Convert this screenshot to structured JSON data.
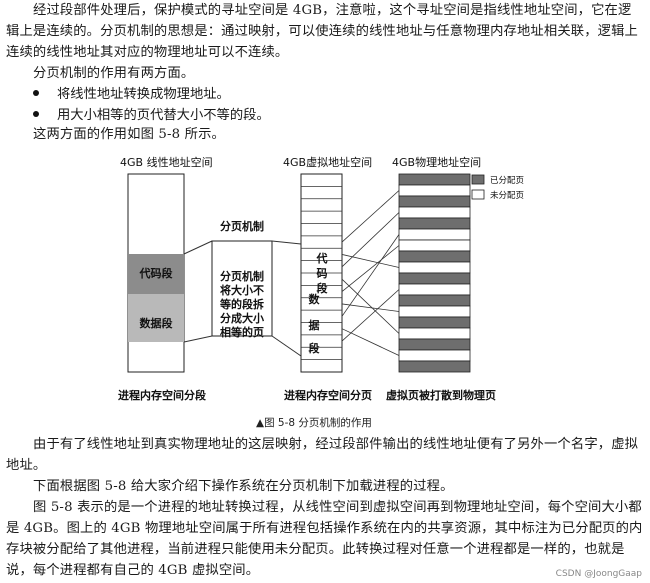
{
  "intro": {
    "p1": "经过段部件处理后，保护模式的寻址空间是 4GB，注意啦，这个寻址空间是指线性地址空间，它在逻辑上是连续的。分页机制的思想是：通过映射，可以使连续的线性地址与任意物理内存地址相关联，逻辑上连续的线性地址其对应的物理地址可以不连续。",
    "p2": "分页机制的作用有两方面。",
    "bullets": [
      "将线性地址转换成物理地址。",
      "用大小相等的页代替大小不等的段。"
    ],
    "p3": "这两方面的作用如图 5-8 所示。"
  },
  "figure": {
    "linear_title": "4GB 线性地址空间",
    "code_segment": "代码段",
    "data_segment": "数据段",
    "linear_caption": "进程内存空间分段",
    "paging_title": "分页机制",
    "paging_desc": [
      "分页机制",
      "将大小不",
      "等的段拆",
      "分成大小",
      "相等的页"
    ],
    "virtual_title": "4GB虚拟地址空间",
    "virtual_chars": [
      "代",
      "码",
      "段",
      "数",
      "据",
      "段"
    ],
    "virtual_caption": "进程内存空间分页",
    "physical_title": "4GB物理地址空间",
    "physical_caption": "虚拟页被打散到物理页",
    "legend_allocated": "已分配页",
    "legend_free": "未分配页",
    "caption": "▲图 5-8   分页机制的作用",
    "colors": {
      "allocated": "#6e6e6e",
      "code": "#8c8c8c",
      "data": "#b9b9b9"
    }
  },
  "body": {
    "p4": "由于有了线性地址到真实物理地址的这层映射，经过段部件输出的线性地址便有了另外一个名字，虚拟地址。",
    "p5": "下面根据图 5-8 给大家介绍下操作系统在分页机制下加载进程的过程。",
    "p6": "图 5-8 表示的是一个进程的地址转换过程，从线性空间到虚拟空间再到物理地址空间，每个空间大小都是 4GB。图上的 4GB 物理地址空间属于所有进程包括操作系统在内的共享资源，其中标注为已分配页的内存块被分配给了其他进程，当前进程只能使用未分配页。此转换过程对任意一个进程都是一样的，也就是说，每个进程都有自己的 4GB 虚拟空间。"
  },
  "watermark": "CSDN @JoongGaap"
}
